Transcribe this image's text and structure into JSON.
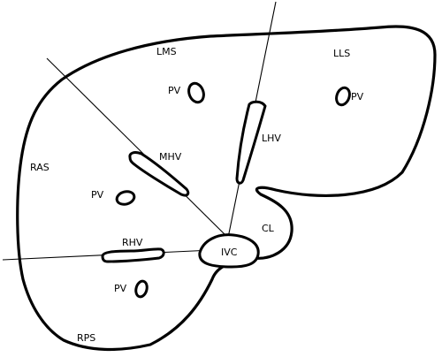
{
  "labels": {
    "lms": "LMS",
    "lls": "LLS",
    "ras": "RAS",
    "rps": "RPS",
    "mhv": "MHV",
    "lhv": "LHV",
    "rhv": "RHV",
    "ivc": "IVC",
    "cl": "CL",
    "pv": "PV"
  },
  "colors": {
    "stroke": "#000000",
    "background": "#ffffff"
  }
}
